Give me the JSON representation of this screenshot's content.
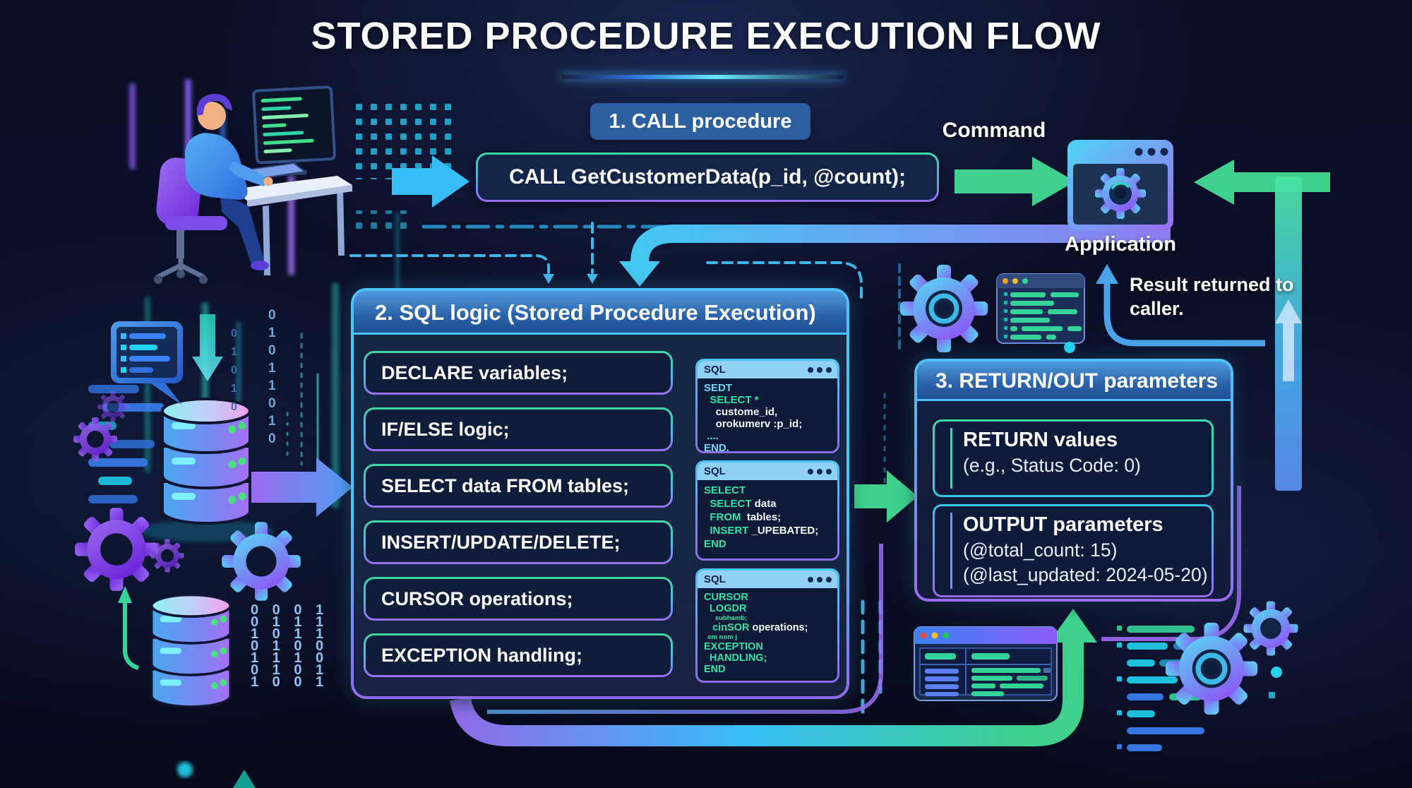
{
  "title": "STORED PROCEDURE EXECUTION FLOW",
  "step1": {
    "badge": "1. CALL procedure",
    "code": "CALL GetCustomerData(p_id, @count);"
  },
  "labels": {
    "command": "Command",
    "application": "Application",
    "result": "Result returned to caller."
  },
  "step2": {
    "header": "2. SQL logic (Stored Procedure Execution)",
    "items": [
      "DECLARE variables;",
      "IF/ELSE logic;",
      "SELECT data FROM tables;",
      "INSERT/UPDATE/DELETE;",
      "CURSOR operations;",
      "EXCEPTION handling;"
    ],
    "windows": [
      {
        "title": "SQL",
        "l1": "SEDT",
        "l2": "  SELECT *",
        "l3": "    custome_id,",
        "l4": "    orokumerv :p_id;",
        "l5": " ....",
        "l6": "END,"
      },
      {
        "title": "SQL",
        "l1": "SELECT",
        "l2k": "  SELECT",
        "l2r": " data",
        "l3k": "  FROM",
        "l3r": "  tables;",
        "l4k": "  INSERT",
        "l4r": " _UPEBATED;",
        "l5": "END"
      },
      {
        "title": "SQL",
        "l1": "CURSOR",
        "l2": "  LOGDR",
        "l3": "      subhamb;",
        "l4k": "   cinSOR",
        "l4r": " operations;",
        "l5": "  em nom j",
        "l6": "EXCEPTION",
        "l7": "  HANDLING;",
        "l8": "END"
      }
    ]
  },
  "step3": {
    "header": "3. RETURN/OUT parameters",
    "return_title": "RETURN values",
    "return_example": "(e.g., Status Code: 0)",
    "output_title": "OUTPUT parameters",
    "output_line1": "(@total_count: 15)",
    "output_line2": "(@last_updated: 2024-05-20)"
  },
  "decor": {
    "binary_col_a": "0\n1\n0\n1\n1\n0\n1\n0",
    "binary_col_b": "0\n1\n0\n1\n0",
    "binary_matrix": "0 0 0 1\n0 1 1 1\n1 0 1 1\n0 1 0 0\n1 1 1 0\n0 1 0 1\n1 0 0 1"
  },
  "colors": {
    "accent_cyan": "#4fc3f7",
    "accent_green": "#3ed08c",
    "accent_purple": "#9a6cf0",
    "background": "#0a0e24"
  }
}
